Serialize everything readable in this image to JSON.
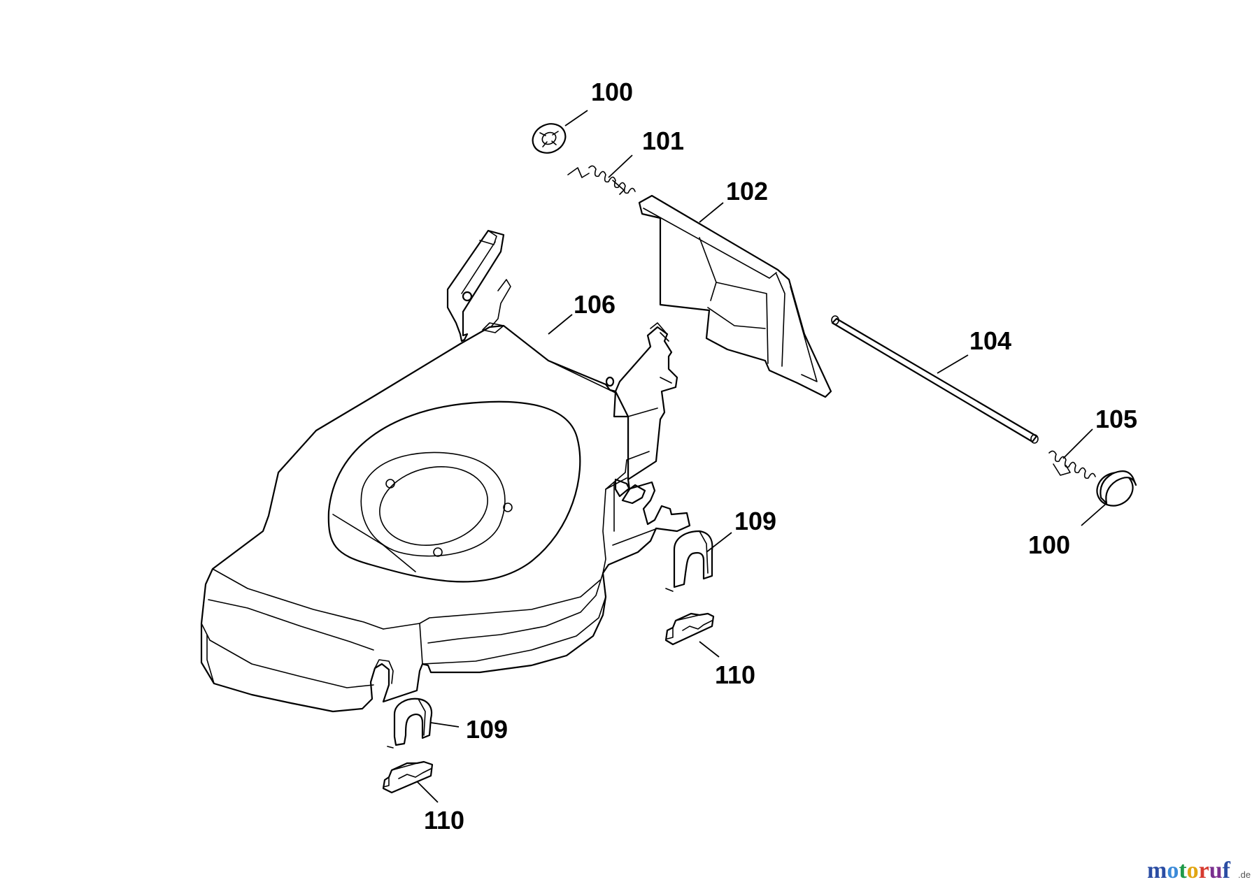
{
  "callouts": {
    "washer_top": "100",
    "spring_top": "101",
    "flap": "102",
    "rod": "104",
    "spring_right": "105",
    "cap_right": "100",
    "clip_right": "109",
    "insert_right": "110",
    "deck": "106",
    "clip_left": "109",
    "insert_left": "110"
  },
  "watermark": {
    "letters": [
      "m",
      "o",
      "t",
      "o",
      "r",
      "u",
      "f"
    ],
    "colors": [
      "#2b4da3",
      "#3b8ad9",
      "#1f9a4a",
      "#e1a512",
      "#d63a2f",
      "#7a2f8f",
      "#2b4da3"
    ],
    "tld": ".de"
  }
}
